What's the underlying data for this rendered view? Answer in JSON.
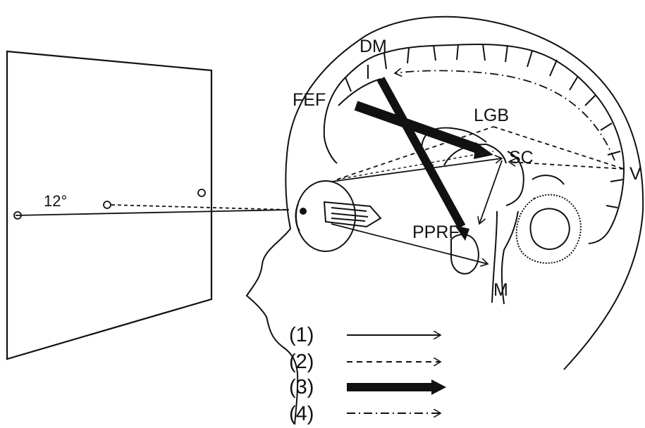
{
  "labels": {
    "dm": "DM",
    "fef": "FEF",
    "lgb": "LGB",
    "sc": "SC",
    "v": "V",
    "pprf": "PPRF",
    "m": "M",
    "angle": "12°"
  },
  "legend": [
    {
      "label": "(1)",
      "style": "solid-arrow"
    },
    {
      "label": "(2)",
      "style": "dashed-arrow"
    },
    {
      "label": "(3)",
      "style": "thick-arrow"
    },
    {
      "label": "(4)",
      "style": "dash-dot-arrow"
    }
  ],
  "colors": {
    "ink": "#111111",
    "background": "#ffffff"
  }
}
